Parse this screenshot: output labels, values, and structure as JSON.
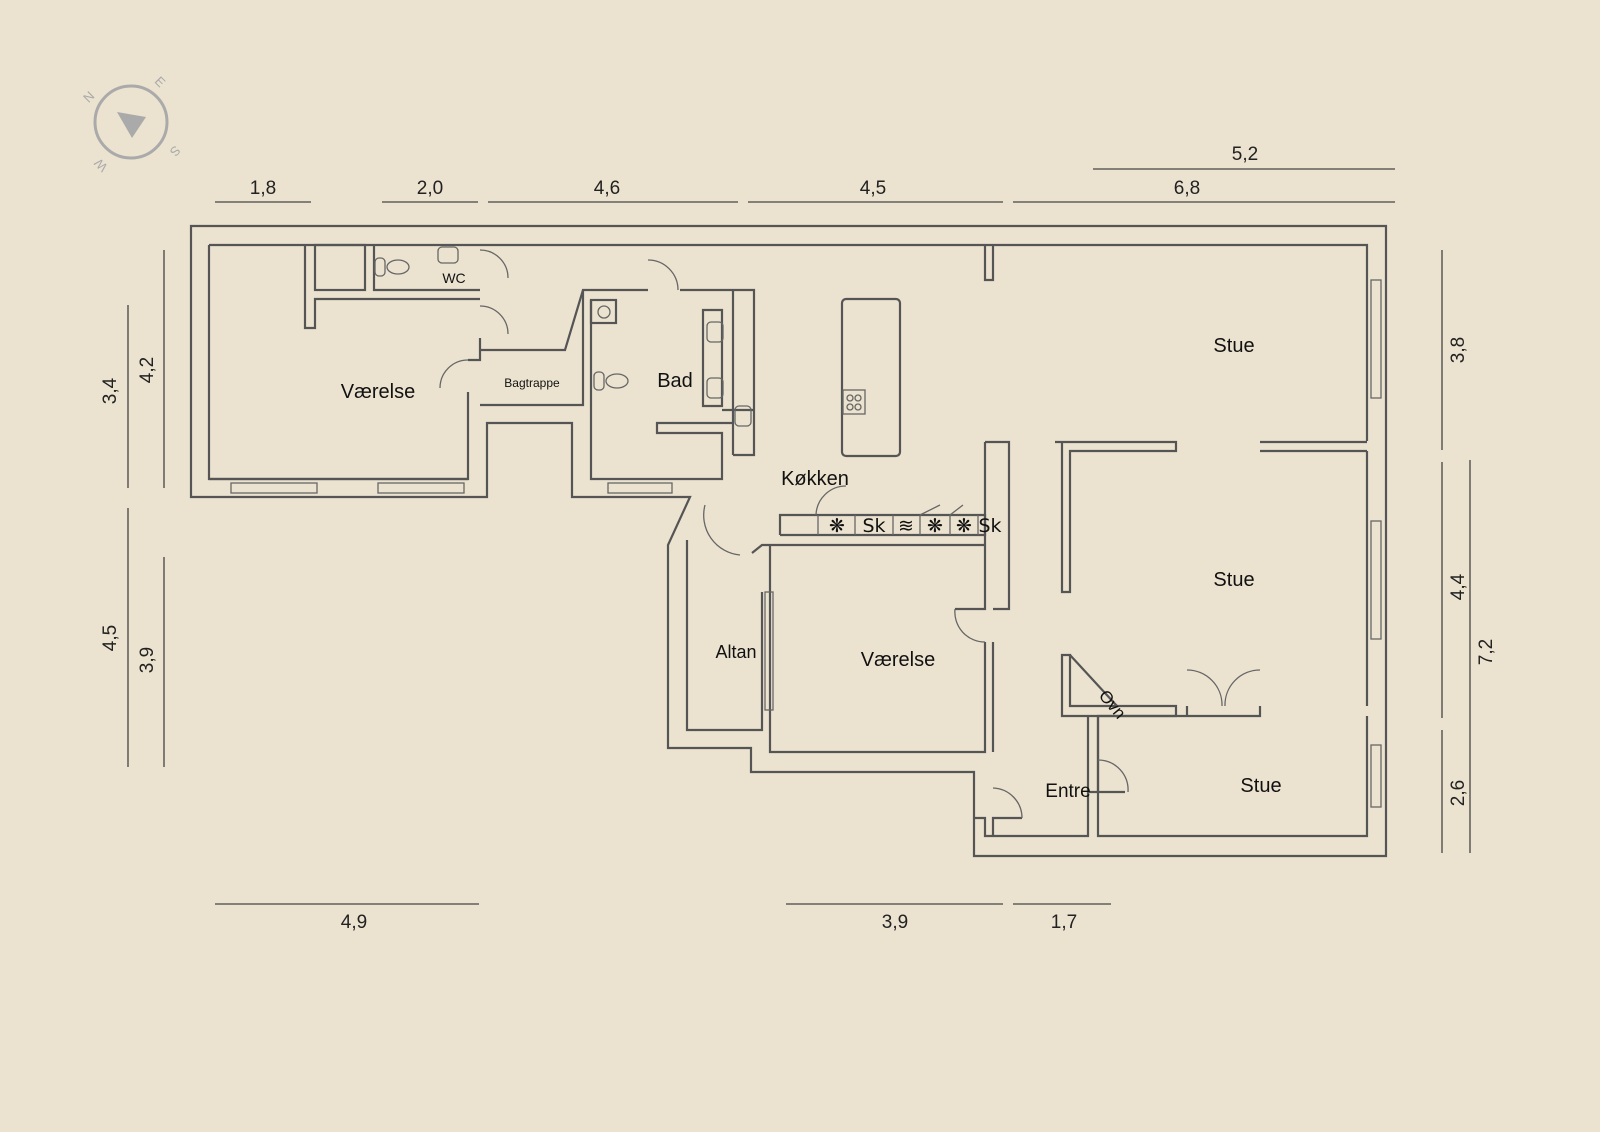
{
  "compass": {
    "n": "N",
    "e": "E",
    "s": "S",
    "w": "W"
  },
  "rooms": {
    "vaerelse1": "Værelse",
    "bagtrappe": "Bagtrappe",
    "wc": "WC",
    "bad": "Bad",
    "koekken": "Køkken",
    "stue1": "Stue",
    "stue2": "Stue",
    "stue3": "Stue",
    "altan": "Altan",
    "vaerelse2": "Værelse",
    "entre": "Entre",
    "ovn": "Ovn"
  },
  "kitchen_counter": [
    "❋",
    "Sk",
    "≋",
    "❋",
    "❋",
    "Sk"
  ],
  "dimensions": {
    "top": [
      "1,8",
      "2,0",
      "4,6",
      "4,5",
      "6,8"
    ],
    "top_upper": "5,2",
    "left_outer": [
      "3,4",
      "4,5"
    ],
    "left_inner": [
      "4,2",
      "3,9"
    ],
    "right_inner": [
      "3,8",
      "4,4",
      "2,6"
    ],
    "right_outer": "7,2",
    "bottom": [
      "4,9",
      "3,9",
      "1,7"
    ]
  }
}
